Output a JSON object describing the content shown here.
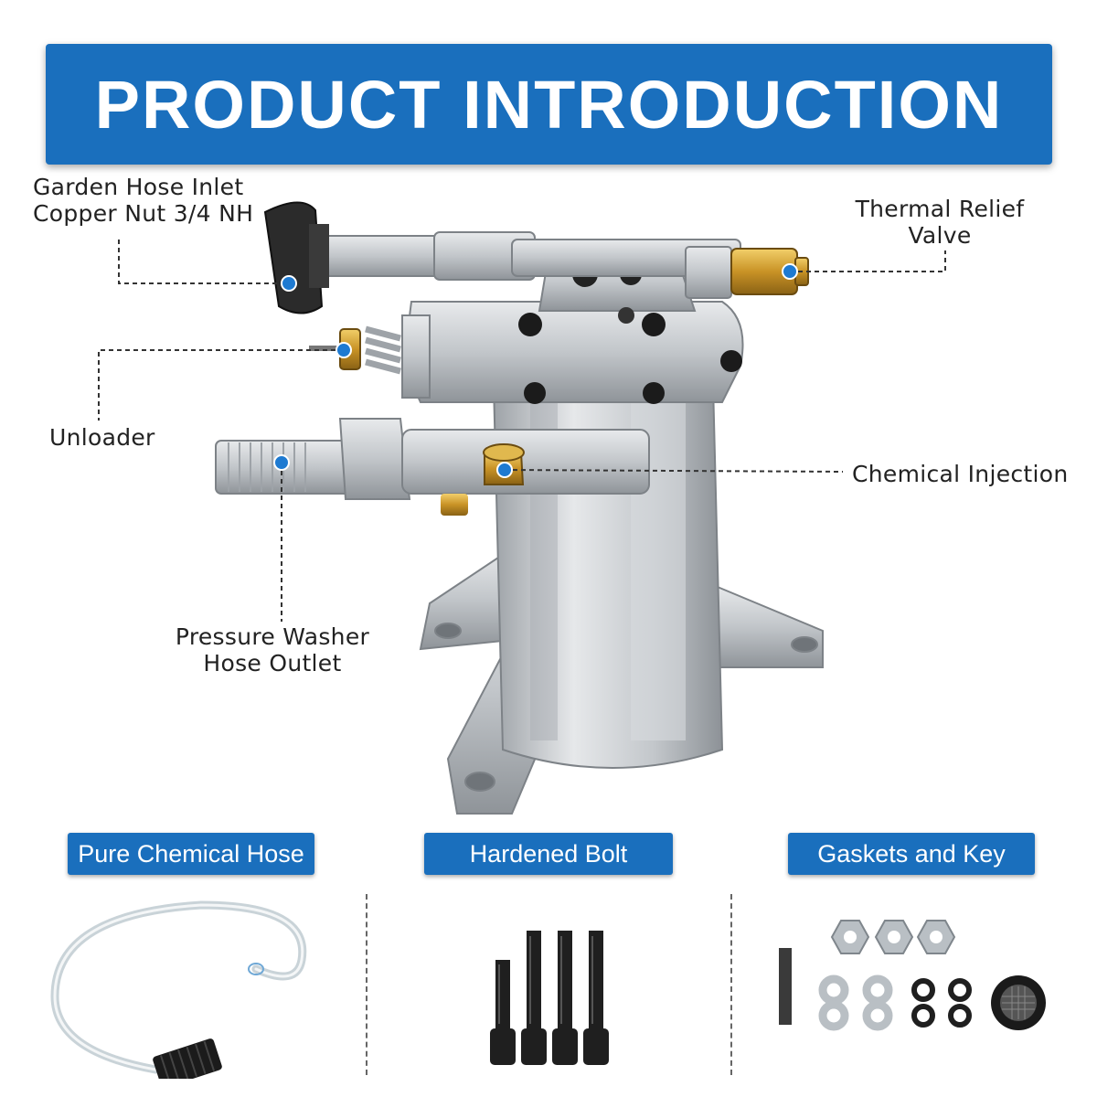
{
  "banner": {
    "title": "PRODUCT INTRODUCTION"
  },
  "callouts": {
    "garden_hose_inlet": [
      "Garden Hose Inlet",
      "Copper Nut 3/4 NH"
    ],
    "thermal_relief_valve": [
      "Thermal Relief",
      "Valve"
    ],
    "unloader": "Unloader",
    "chemical_injection": "Chemical Injection",
    "pressure_washer_outlet": [
      "Pressure Washer",
      "Hose Outlet"
    ]
  },
  "accessories": [
    {
      "label": "Pure Chemical Hose",
      "icon": "chemical-hose-icon"
    },
    {
      "label": "Hardened Bolt",
      "icon": "bolt-set-icon"
    },
    {
      "label": "Gaskets and Key",
      "icon": "gaskets-key-icon"
    }
  ],
  "colors": {
    "accent_blue": "#1a6fbd",
    "marker_blue": "#1e7ad1",
    "pump_silver": "#c9cdd1",
    "brass": "#d4a53a"
  }
}
